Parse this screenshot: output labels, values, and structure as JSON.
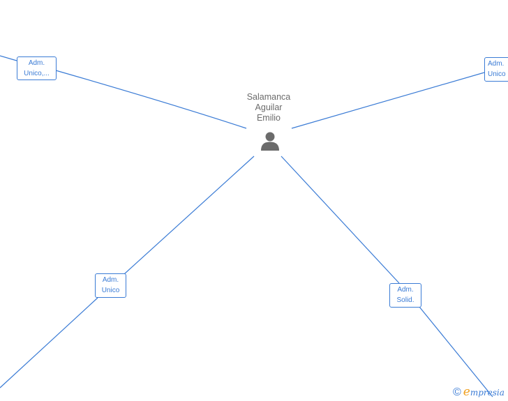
{
  "center": {
    "name_lines": [
      "Salamanca",
      "Aguilar",
      "Emilio"
    ],
    "icon": "person-icon"
  },
  "relations": [
    {
      "id": "top-left",
      "lines": [
        "Adm.",
        "Unico,..."
      ]
    },
    {
      "id": "top-right",
      "lines": [
        "Adm.",
        "Unico"
      ]
    },
    {
      "id": "bottom-left",
      "lines": [
        "Adm.",
        "Unico"
      ]
    },
    {
      "id": "bottom-right",
      "lines": [
        "Adm.",
        "Solid."
      ]
    }
  ],
  "footer": {
    "copyright_symbol": "©",
    "brand_initial": "e",
    "brand_rest": "mpresia"
  },
  "colors": {
    "edge": "#3a7bd5",
    "label_text": "#3a7bd5",
    "center_text": "#6b6b6b",
    "icon": "#6b6b6b",
    "brand_accent": "#f0a020"
  }
}
